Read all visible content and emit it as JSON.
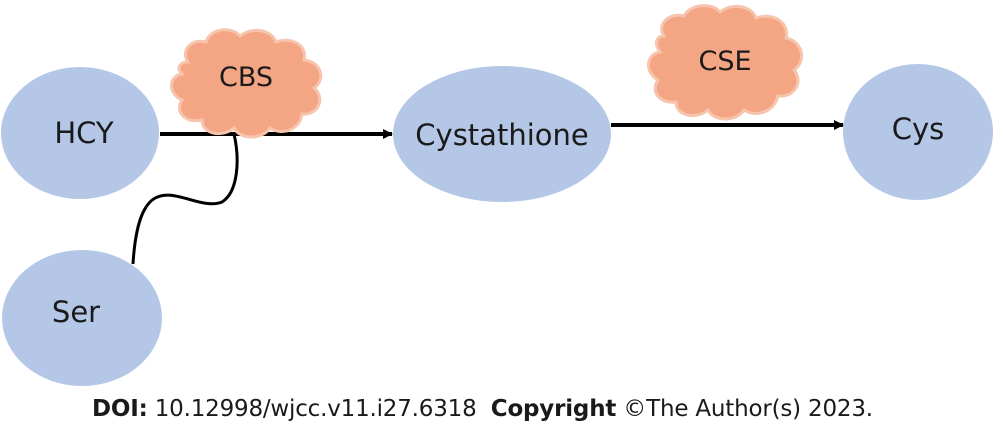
{
  "nodes": {
    "hcy": "HCY",
    "ser": "Ser",
    "cystathionine": "Cystathione",
    "cys": "Cys"
  },
  "enzymes": {
    "cbs": "CBS",
    "cse": "CSE"
  },
  "colors": {
    "node_fill": "#b4c7e7",
    "enzyme_fill": "#f4a584",
    "enzyme_stroke": "#f7c4ad",
    "arrow": "#000000"
  },
  "footer": {
    "doi_label": "DOI:",
    "doi_value": "10.12998/wjcc.v11.i27.6318",
    "copyright_label": "Copyright",
    "copyright_text": "©The Author(s) 2023."
  }
}
